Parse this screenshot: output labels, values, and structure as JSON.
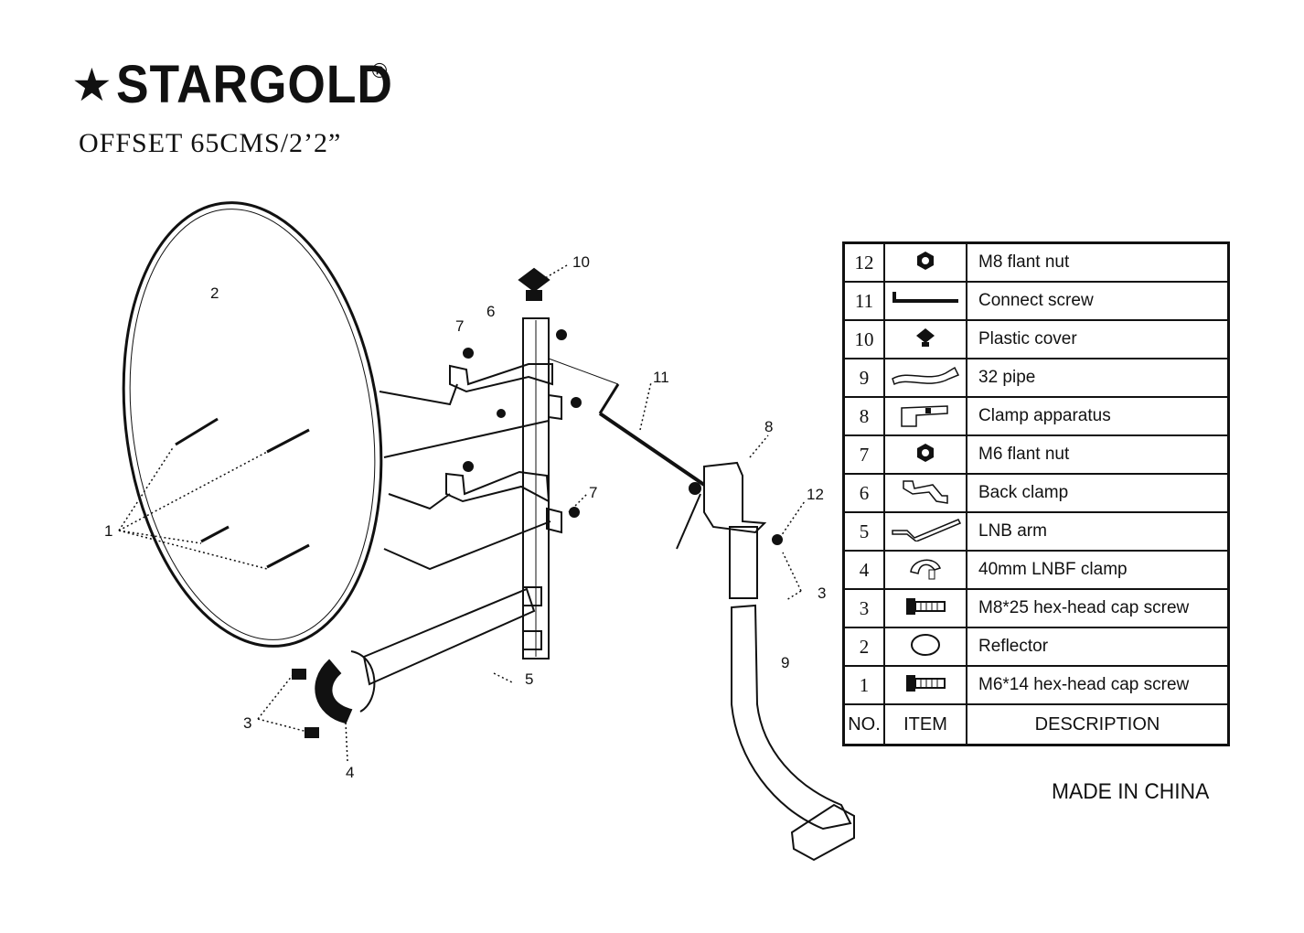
{
  "brand": {
    "star": "★",
    "name": "STARGOLD",
    "registered": "®"
  },
  "model": "OFFSET 65CMS/2’2”",
  "callouts": [
    "1",
    "2",
    "3",
    "3",
    "4",
    "5",
    "6",
    "7",
    "7",
    "8",
    "9",
    "10",
    "11",
    "12"
  ],
  "table": {
    "header": {
      "no": "NO.",
      "item": "ITEM",
      "desc": "DESCRIPTION"
    },
    "rows": [
      {
        "no": "12",
        "icon": "hex-nut-icon",
        "desc": "M8 flant nut"
      },
      {
        "no": "11",
        "icon": "connect-screw-icon",
        "desc": "Connect screw"
      },
      {
        "no": "10",
        "icon": "plastic-cover-icon",
        "desc": "Plastic cover"
      },
      {
        "no": "9",
        "icon": "pipe-icon",
        "desc": "32 pipe"
      },
      {
        "no": "8",
        "icon": "clamp-apparatus-icon",
        "desc": "Clamp apparatus"
      },
      {
        "no": "7",
        "icon": "hex-nut-icon",
        "desc": "M6 flant nut"
      },
      {
        "no": "6",
        "icon": "back-clamp-icon",
        "desc": "Back clamp"
      },
      {
        "no": "5",
        "icon": "lnb-arm-icon",
        "desc": "LNB arm"
      },
      {
        "no": "4",
        "icon": "lnbf-clamp-icon",
        "desc": "40mm LNBF clamp"
      },
      {
        "no": "3",
        "icon": "cap-screw-icon",
        "desc": "M8*25 hex-head cap screw"
      },
      {
        "no": "2",
        "icon": "reflector-icon",
        "desc": "Reflector"
      },
      {
        "no": "1",
        "icon": "cap-screw-icon",
        "desc": "M6*14 hex-head cap screw"
      }
    ]
  },
  "footer": "MADE IN CHINA"
}
